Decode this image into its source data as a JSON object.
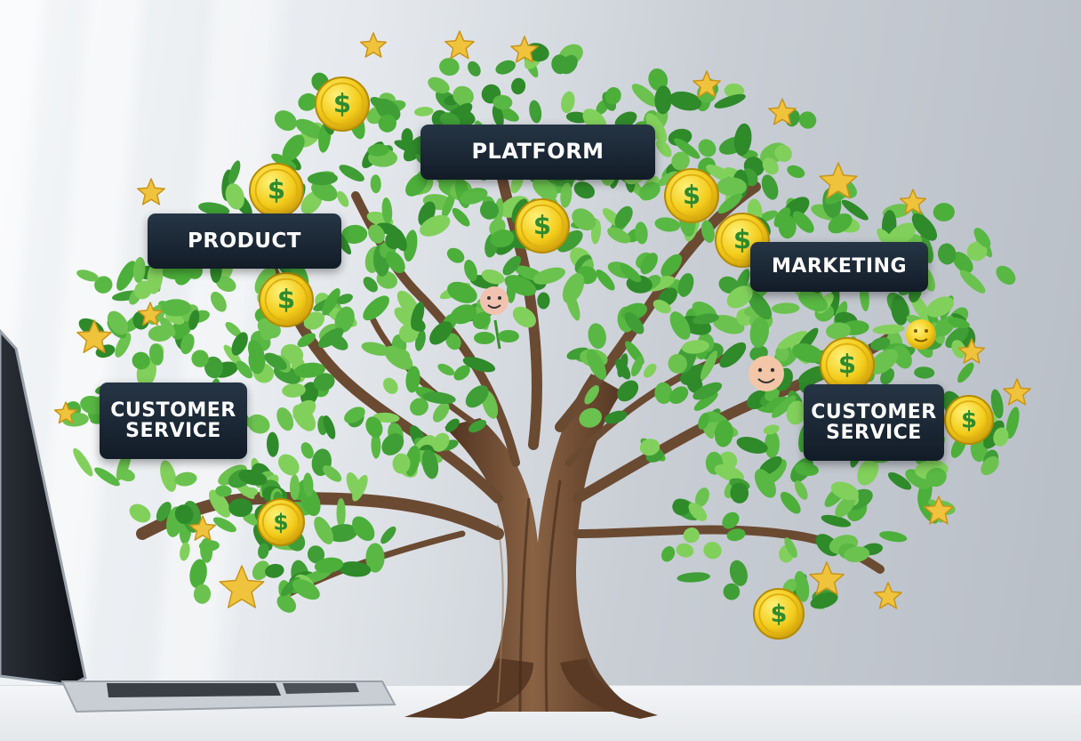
{
  "labels": {
    "platform": "PLATFORM",
    "product": "PRODUCT",
    "marketing": "MARKETING",
    "customer_service_left": "CUSTOMER\nSERVICE",
    "customer_service_right": "CUSTOMER\nSERVICE"
  },
  "coin_symbol": "$",
  "colors": {
    "leaf": "#4caf3a",
    "leaf_dark": "#2f8a2a",
    "trunk": "#6e4a30",
    "coin": "#f2c417",
    "label_bg": "#1b2533",
    "star": "#f0c33c"
  }
}
